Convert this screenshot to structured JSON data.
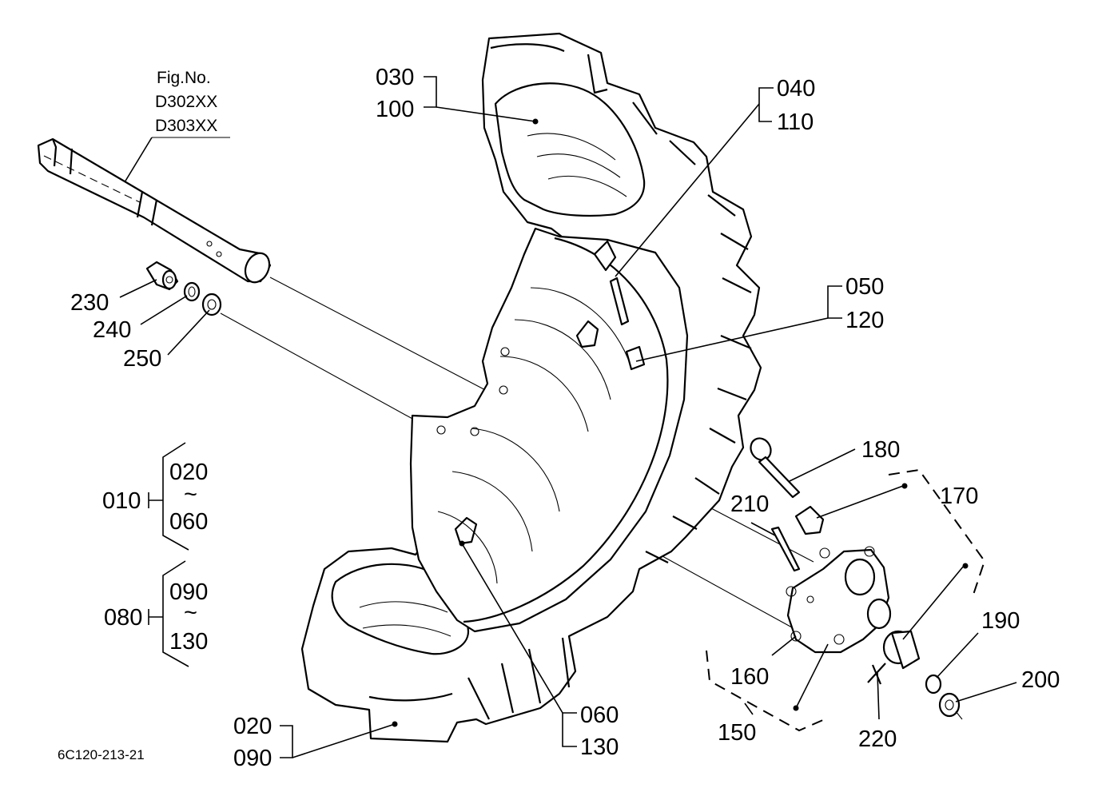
{
  "figure": {
    "fig_label": "Fig.No.",
    "fig_numbers": [
      "D302XX",
      "D303XX"
    ],
    "drawing_code": "6C120-213-21"
  },
  "callouts": {
    "c030": "030",
    "c100": "100",
    "c040": "040",
    "c110": "110",
    "c050": "050",
    "c120": "120",
    "c180": "180",
    "c170": "170",
    "c210": "210",
    "c190": "190",
    "c200": "200",
    "c160": "160",
    "c150": "150",
    "c220": "220",
    "c060": "060",
    "c130": "130",
    "c020": "020",
    "c090": "090",
    "c230": "230",
    "c240": "240",
    "c250": "250"
  },
  "groups": [
    {
      "parent": "010",
      "from": "020",
      "tilde": "~",
      "to": "060"
    },
    {
      "parent": "080",
      "from": "090",
      "tilde": "~",
      "to": "130"
    }
  ]
}
